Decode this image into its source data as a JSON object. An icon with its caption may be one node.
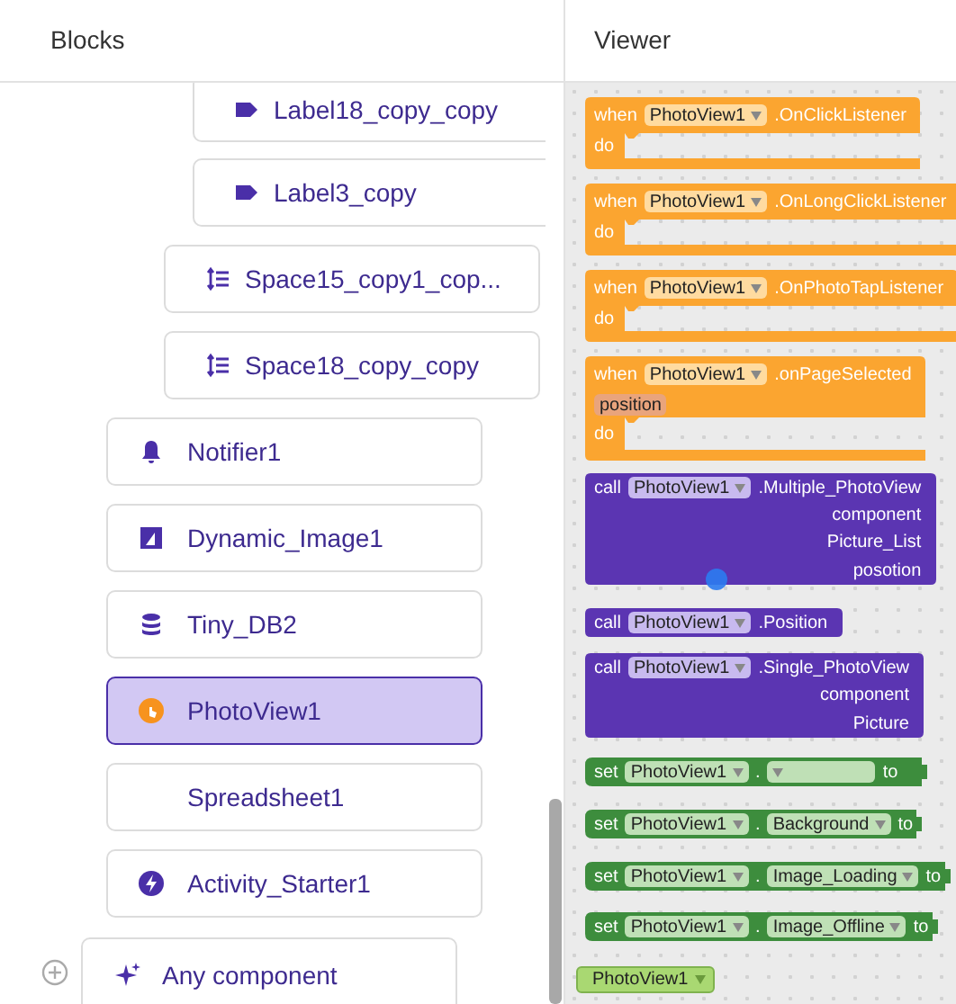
{
  "diagram": {
    "nodes": [
      {
        "text": [
          "Label18_copy_copy"
        ]
      },
      {
        "text": [
          "Label3_copy"
        ]
      },
      {
        "text": [
          "Space15_copy1_cop..."
        ]
      },
      {
        "text": [
          "Space18_copy_copy"
        ]
      },
      {
        "text": [
          "Notifier1"
        ]
      },
      {
        "text": [
          "Dynamic_Image1"
        ]
      },
      {
        "text": [
          "Tiny_DB2"
        ]
      },
      {
        "text": [
          "PhotoView1"
        ]
      },
      {
        "text": [
          "Spreadsheet1"
        ]
      },
      {
        "text": [
          "Activity_Starter1"
        ]
      },
      {
        "text": [
          "Any component"
        ]
      },
      {
        "text": [
          "when",
          ".OnClickListener",
          "do"
        ]
      },
      {
        "text": [
          "PhotoView1"
        ],
        "in": 11
      },
      {
        "text": [
          "when",
          ".OnLongClickListener",
          "do"
        ]
      },
      {
        "text": [
          "PhotoView1"
        ],
        "in": 13
      },
      {
        "text": [
          "when",
          ".OnPhotoTapListener",
          "do"
        ]
      },
      {
        "text": [
          "PhotoView1"
        ],
        "in": 15
      },
      {
        "text": [
          "when",
          ".onPageSelected",
          "do"
        ]
      },
      {
        "text": [
          "PhotoView1"
        ],
        "in": 17
      },
      {
        "text": [
          "position"
        ],
        "in": 17
      },
      {
        "text": [
          "call",
          ".Multiple_PhotoView",
          "component",
          "Picture_List",
          "posotion"
        ]
      },
      {
        "text": [
          "PhotoView1"
        ],
        "in": 20
      },
      {
        "text": [
          "call",
          ".Position"
        ]
      },
      {
        "text": [
          "PhotoView1"
        ],
        "in": 22
      },
      {
        "text": [
          "call",
          ".Single_PhotoView",
          "component",
          "Picture"
        ]
      },
      {
        "text": [
          "PhotoView1"
        ],
        "in": 24
      },
      {
        "text": [
          "set",
          ".",
          "to"
        ]
      },
      {
        "text": [
          "PhotoView1"
        ],
        "in": 26
      },
      {
        "text": [],
        "shape": "box",
        "in": 26
      },
      {
        "text": [
          "set",
          ".",
          "to"
        ]
      },
      {
        "text": [
          "PhotoView1"
        ],
        "in": 29
      },
      {
        "text": [
          "Background"
        ],
        "in": 29
      },
      {
        "text": [
          "set",
          ".",
          "to"
        ]
      },
      {
        "text": [
          "PhotoView1"
        ],
        "in": 32
      },
      {
        "text": [
          "Image_Loading"
        ],
        "in": 32
      },
      {
        "text": [
          "set",
          ".",
          "to"
        ]
      },
      {
        "text": [
          "PhotoView1"
        ],
        "in": 35
      },
      {
        "text": [
          "Image_Offline"
        ],
        "in": 35
      },
      {
        "text": [
          "PhotoView1"
        ]
      }
    ],
    "labels": [
      "Blocks",
      "Viewer"
    ]
  }
}
